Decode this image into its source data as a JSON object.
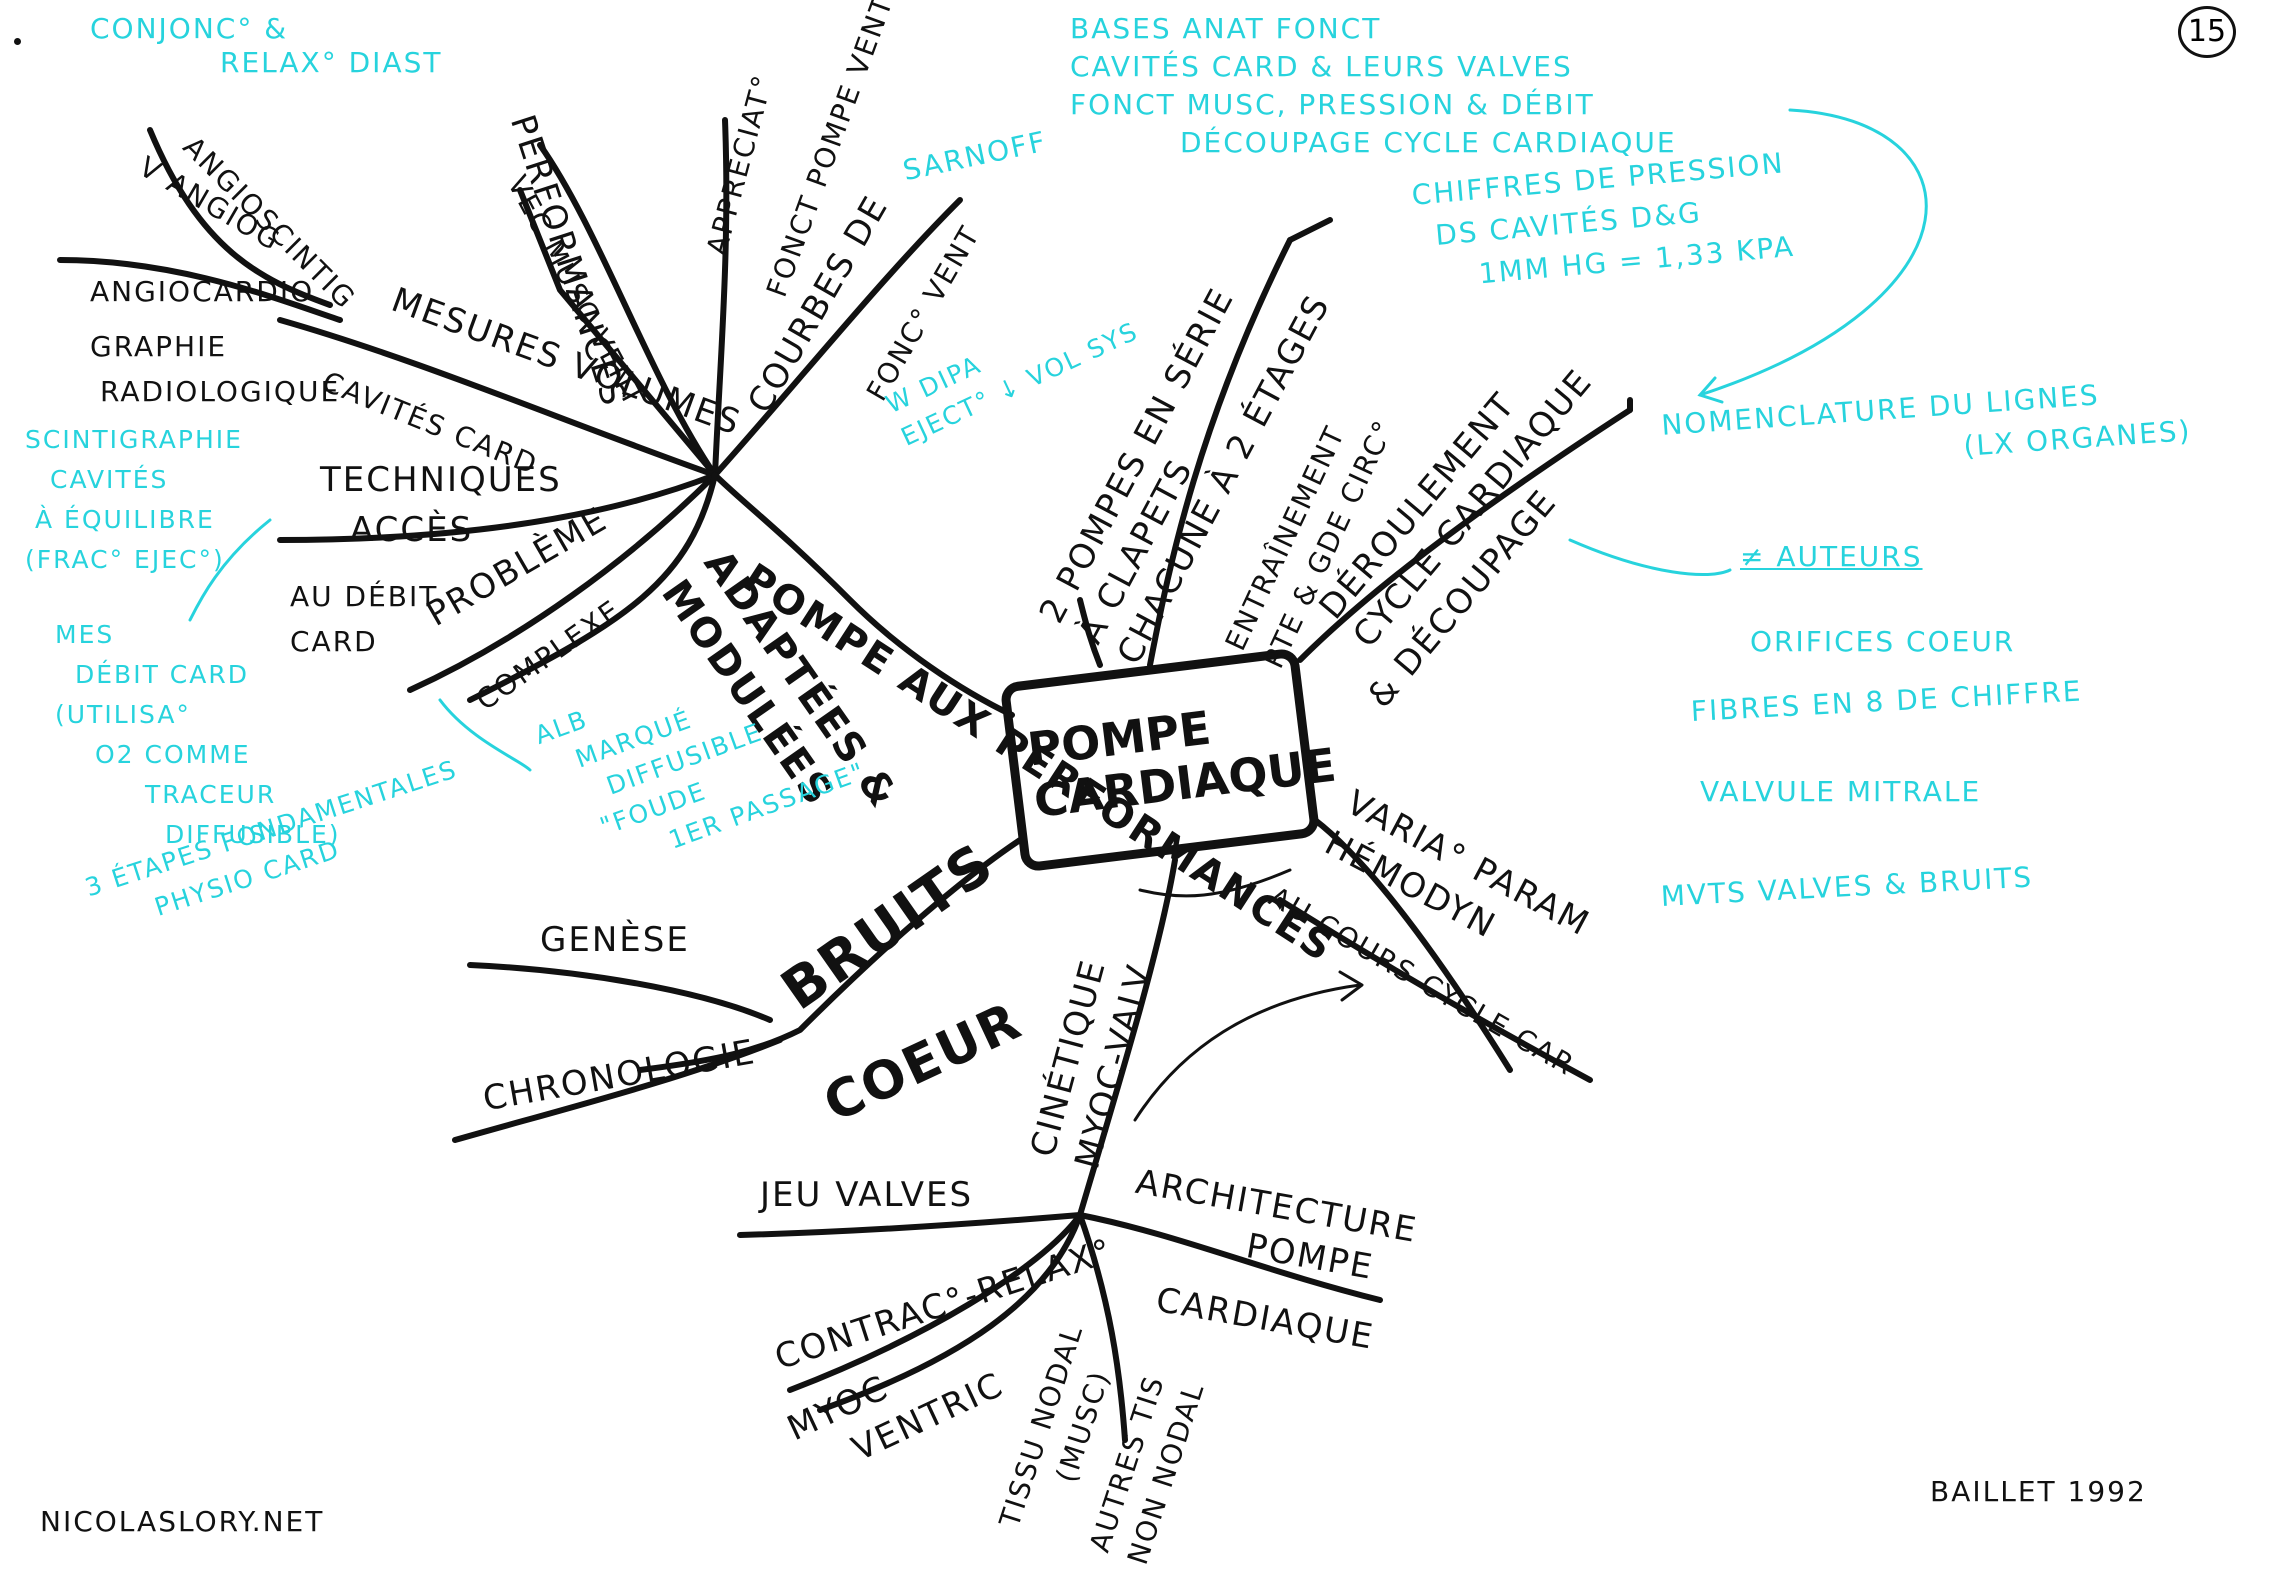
{
  "page_number": "15",
  "colors": {
    "ink": "#111111",
    "note": "#27d3dd",
    "paper": "#ffffff"
  },
  "center": {
    "line1": "POMPE",
    "line2": "CARDIAQUE"
  },
  "branches": {
    "pompe": {
      "label": "POMPE AUX PERFORMANCES",
      "sub": {
        "performances": "PERFORMANCES",
        "appreciation": "APPRÉCIAT°",
        "fonct_pompe_vent": "FONCT POMPE VENT",
        "courbes": "COURBES DE",
        "fonc_vent": "FONC° VENT",
        "vec_musc_vent": "VEC MUSC VENT",
        "mesures": "MESURES VOLUMES",
        "cavites_card": "CAVITÉS CARD",
        "angioscinti": "ANGIOSCINTIG",
        "angiog": "V ANGIOG",
        "angiocardio": "ANGIOCARDIO",
        "graphie": "GRAPHIE",
        "radiologique": "RADIOLOGIQUE",
        "techniques": "TECHNIQUES",
        "acces": "ACCÈS",
        "probleme": "PROBLÈME",
        "au_debit": "AU DÉBIT",
        "card": "CARD",
        "complexe": "COMPLEXE"
      }
    },
    "adaptees": {
      "line1": "ADAPTÉES &",
      "line2": "MODULÉES"
    },
    "deux_pompes": {
      "line1": "2 POMPES EN SÉRIE",
      "line2": "À CLAPETS",
      "line3": "CHACUNE À 2 ÉTAGES"
    },
    "entrainement": {
      "line1": "ENTRAÎNEMENT",
      "line2": "PTE & GDE CIRC°"
    },
    "deroulement": {
      "line1": "DÉROULEMENT",
      "line2": "CYCLE CARDIAQUE"
    },
    "decoupage": "& DÉCOUPAGE",
    "variations": {
      "line1": "VARIA° PARAM",
      "line2": "HÉMODYN",
      "line3": "AU COURS CYCLE CAR"
    },
    "cinetique": {
      "line1": "CINÉTIQUE",
      "line2": "MYOC-VALV"
    },
    "architecture": {
      "line1": "ARCHITECTURE",
      "line2": "POMPE",
      "line3": "CARDIAQUE"
    },
    "jeu_valves": "JEU VALVES",
    "contrac": "CONTRAC°-RELAX°",
    "myoc_ventric": {
      "line1": "MYOC",
      "line2": "VENTRIC"
    },
    "tissu_nodal": {
      "line1": "TISSU NODAL",
      "line2": "(MUSC)"
    },
    "autres_tis": {
      "line1": "AUTRES TIS",
      "line2": "NON NODAL"
    },
    "bruits": {
      "line1": "BRUITS",
      "line2": "COEUR"
    },
    "genese": "GENÈSE",
    "chronologie": "CHRONOLOGIE"
  },
  "notes": {
    "top_left": [
      "CONJONC° &",
      "RELAX° DIAST"
    ],
    "top_center": [
      "BASES ANAT FONCT",
      "CAVITÉS CARD & LEURS VALVES",
      "FONCT MUSC, PRESSION & DÉBIT",
      "DÉCOUPAGE CYCLE CARDIAQUE"
    ],
    "pressions": [
      "CHIFFRES DE PRESSION",
      "DS CAVITÉS D&G",
      "1mm Hg = 1,33 kPa"
    ],
    "sarnoff": "SARNOFF",
    "wdipa": [
      "W DIPA",
      "EJECT° ↓ VOL SYS"
    ],
    "nomenclature": [
      "NOMENCLATURE DU LIGNES",
      "(LX ORGANES)"
    ],
    "auteurs": "≠ AUTEURS",
    "right_list": [
      "ORIFICES COEUR",
      "FIBRES EN 8 DE CHIFFRE",
      "VALVULE MITRALE",
      "MVTS VALVES & BRUITS"
    ],
    "left_scinti": [
      "SCINTIGRAPHIE",
      "CAVITÉS",
      "À ÉQUILIBRE",
      "(FRAC° EJEC°)"
    ],
    "left_debit": [
      "MES",
      "DÉBIT CARD",
      "(UTILISA°",
      "O2 COMME",
      "TRACEUR",
      "DIFFUSIBLE)"
    ],
    "left_bottom": [
      "3 ÉTAPES FONDAMENTALES",
      "PHYSIO CARD"
    ],
    "mid_passage": [
      "ALB",
      "MARQUÉ",
      "DIFFUSIBLE",
      "\"FOUDE",
      "1er PASSAGE\""
    ]
  },
  "signature_left": "NICOLASLORY.NET",
  "signature_right": "BAILLET 1992"
}
